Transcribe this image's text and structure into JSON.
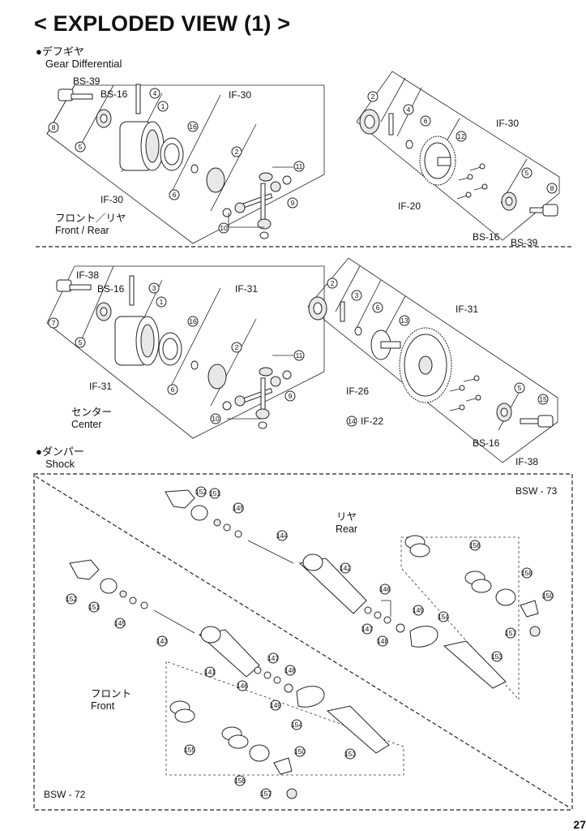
{
  "page": {
    "title": "< EXPLODED VIEW (1) >",
    "page_number": "27"
  },
  "sections": {
    "diff": {
      "jp": "デフギヤ",
      "en": "Gear Differential"
    },
    "shock": {
      "jp": "ダンパー",
      "en": "Shock"
    }
  },
  "regions": {
    "front_rear": {
      "jp": "フロント／リヤ",
      "en": "Front / Rear"
    },
    "center": {
      "jp": "センター",
      "en": "Center"
    },
    "rear": {
      "jp": "リヤ",
      "en": "Rear"
    },
    "front": {
      "jp": "フロント",
      "en": "Front"
    }
  },
  "labels": {
    "bs39_a": "BS-39",
    "bs16_a": "BS-16",
    "if30_a": "IF-30",
    "if30_b": "IF-30",
    "if30_c": "IF-30",
    "if20": "IF-20",
    "bs16_b": "BS-16",
    "bs39_b": "BS-39",
    "if38_a": "IF-38",
    "bs16_c": "BS-16",
    "if31_a": "IF-31",
    "if31_b": "IF-31",
    "if31_c": "IF-31",
    "if26": "IF-26",
    "if22": "IF-22",
    "bs16_d": "BS-16",
    "if38_b": "IF-38",
    "bsw73": "BSW - 73",
    "bsw72": "BSW - 72"
  },
  "callouts": {
    "d1_8": "8",
    "d1_5": "5",
    "d1_4": "4",
    "d1_1": "1",
    "d1_16": "16",
    "d1_6": "6",
    "d1_2": "2",
    "d1_11": "11",
    "d1_9": "9",
    "d1_10": "10",
    "d2_2": "2",
    "d2_4": "4",
    "d2_6": "6",
    "d2_12": "12",
    "d2_5": "5",
    "d2_8": "8",
    "d3_7": "7",
    "d3_5": "5",
    "d3_3": "3",
    "d3_1": "1",
    "d3_16": "16",
    "d3_6": "6",
    "d3_2": "2",
    "d3_11": "11",
    "d3_9": "9",
    "d3_10": "10",
    "d4_2": "2",
    "d4_3": "3",
    "d4_6": "6",
    "d4_13": "13",
    "d4_14": "14",
    "d4_5": "5",
    "d4_15": "15",
    "s_152a": "152",
    "s_151a": "151",
    "s_145a": "145",
    "s_144": "144",
    "s_142": "142",
    "s_146a": "146",
    "s_147a": "147",
    "s_148a": "148",
    "s_149a": "149",
    "s_154a": "154",
    "s_153a": "153",
    "s_156": "156",
    "s_158a": "158",
    "s_150a": "150",
    "s_157a": "157",
    "s_152b": "152",
    "s_151b": "151",
    "s_145b": "145",
    "s_143": "143",
    "s_141": "141",
    "s_147b": "147",
    "s_148b": "148",
    "s_146b": "146",
    "s_149b": "149",
    "s_154b": "154",
    "s_153b": "153",
    "s_155": "155",
    "s_158b": "158",
    "s_150b": "150",
    "s_157b": "157"
  }
}
